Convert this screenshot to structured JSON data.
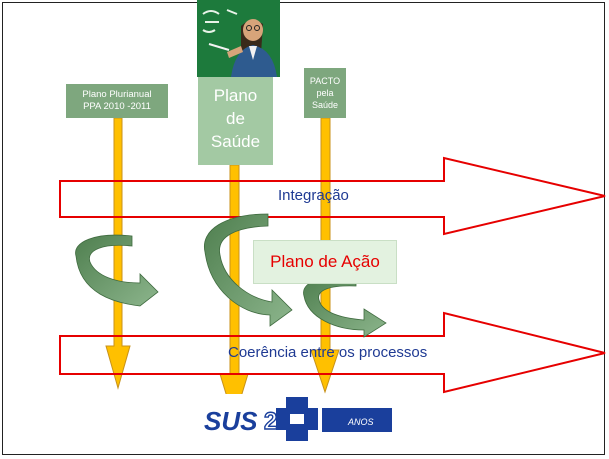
{
  "diagram": {
    "planning_boxes": {
      "ppa": {
        "line1": "Plano Plurianual",
        "line2": "PPA 2010 -2011"
      },
      "plano_saude": {
        "line1": "Plano",
        "line2": "de",
        "line3": "Saúde"
      },
      "pacto": {
        "line1": "PACTO",
        "line2": "pela",
        "line3": "Saúde"
      }
    },
    "integration_label": "Integração",
    "action_plan_label": "Plano de Ação",
    "coherence_label": "Coerência entre os processos",
    "logo": {
      "brand": "SUS",
      "years": "20",
      "suffix": "ANOS"
    },
    "colors": {
      "big_arrow_outline": "#e60000",
      "down_arrow_fill": "#ffc000",
      "curved_arrow_fill": "#6e9a6e",
      "box_green": "#7ea77e",
      "plano_green": "#a3c9a3",
      "text_blue": "#1f3a93",
      "logo_blue": "#1a3f9c"
    }
  }
}
